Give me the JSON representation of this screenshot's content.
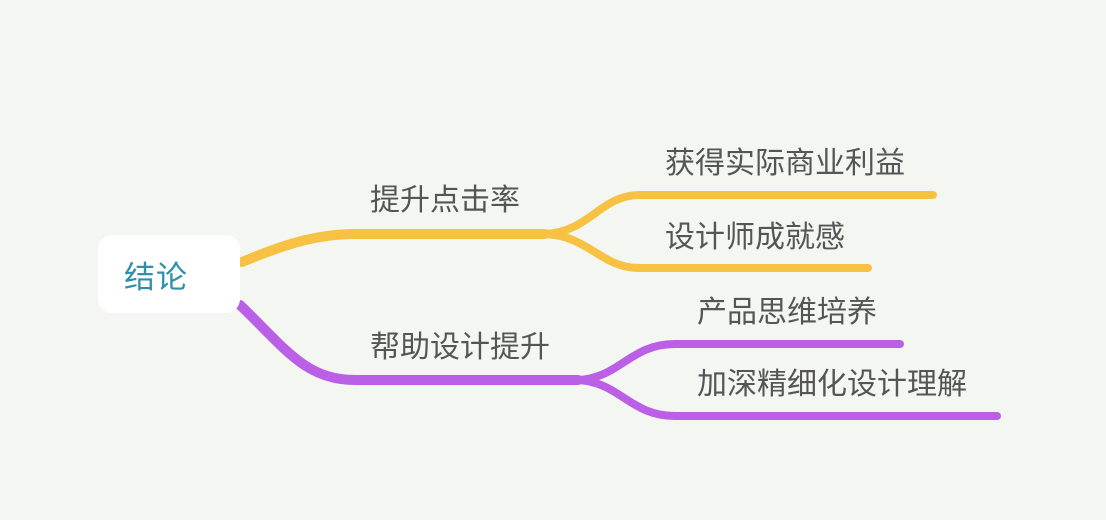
{
  "mindmap": {
    "root": {
      "label": "结论"
    },
    "branches": [
      {
        "label": "提升点击率",
        "color": "#f7c244",
        "children": [
          {
            "label": "获得实际商业利益"
          },
          {
            "label": "设计师成就感"
          }
        ]
      },
      {
        "label": "帮助设计提升",
        "color": "#bb5fe6",
        "children": [
          {
            "label": "产品思维培养"
          },
          {
            "label": "加深精细化设计理解"
          }
        ]
      }
    ]
  }
}
